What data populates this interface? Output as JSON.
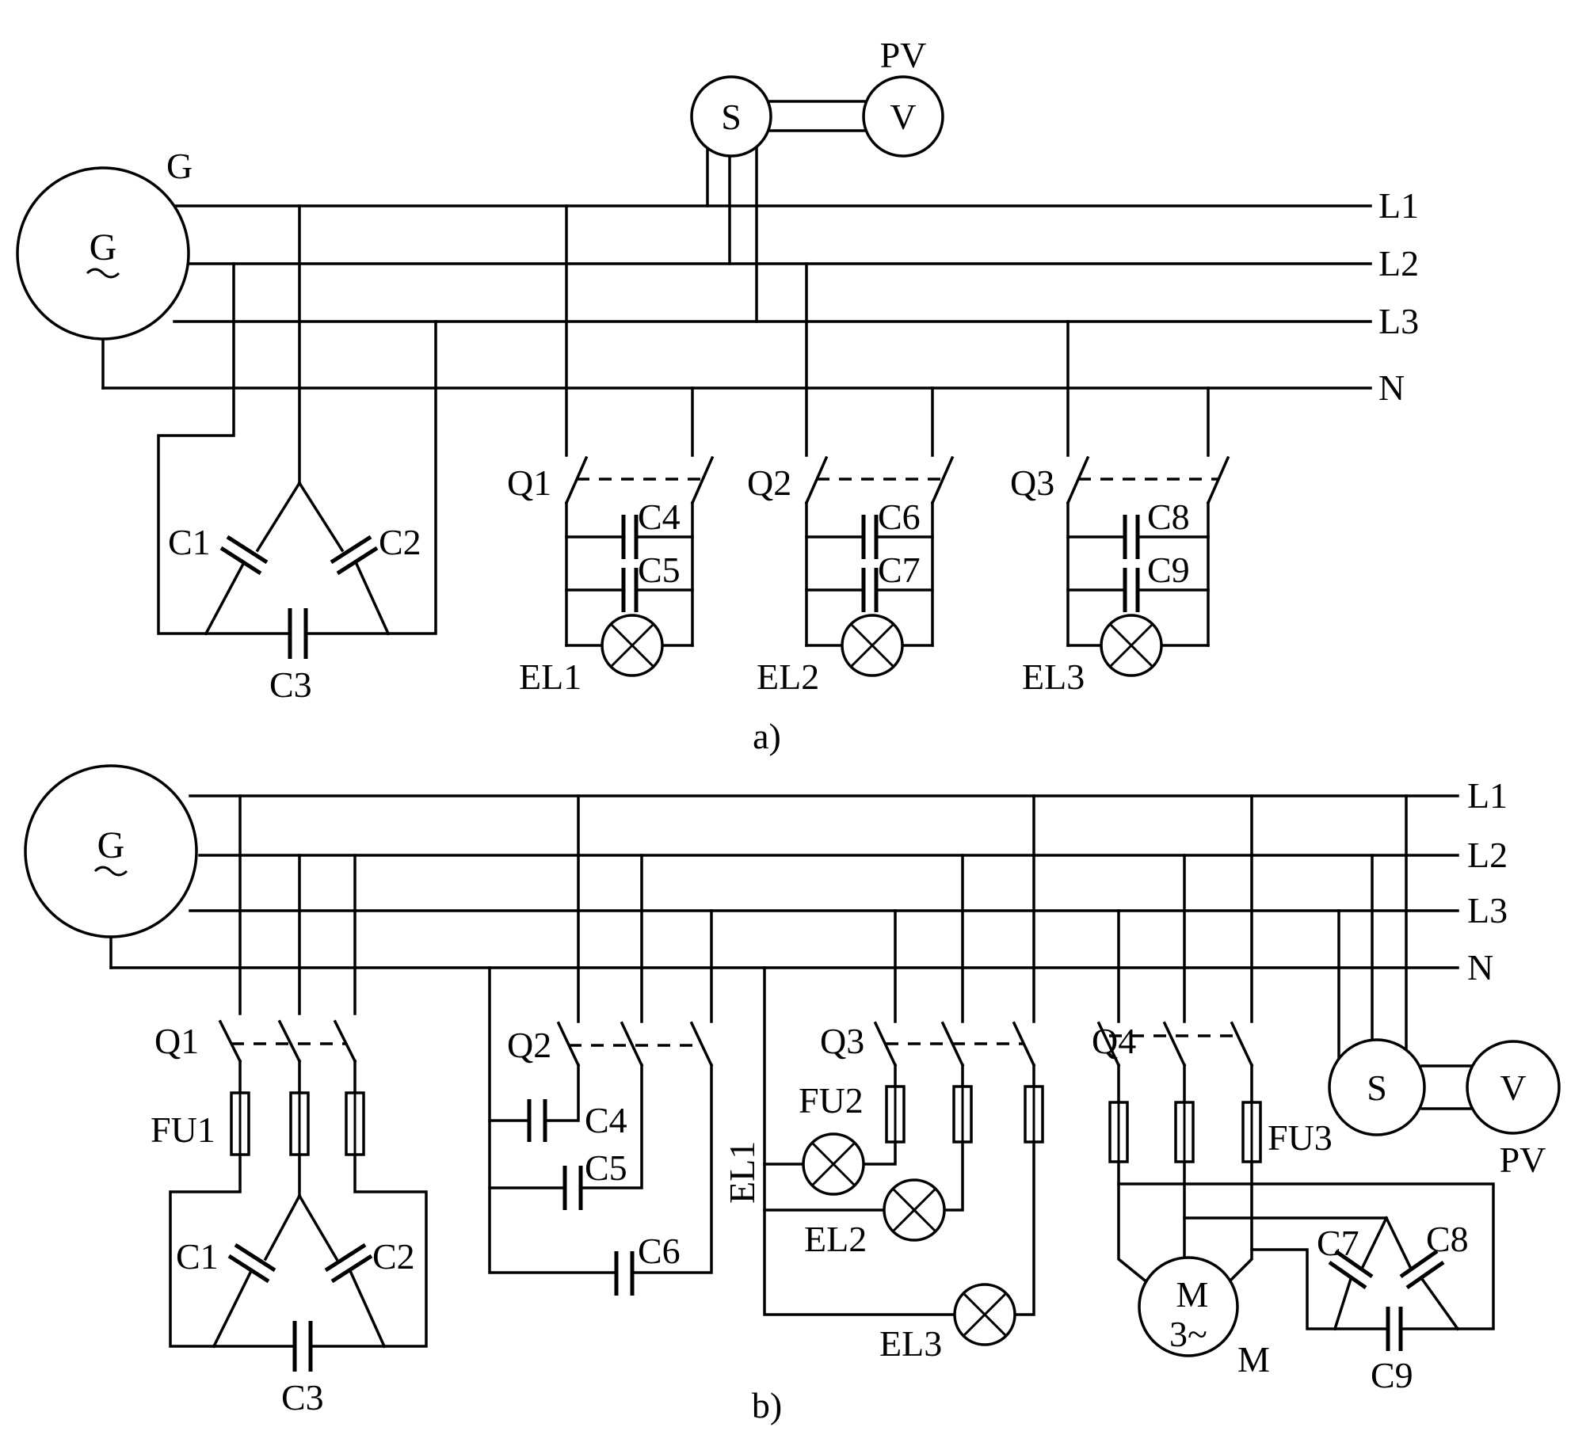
{
  "a": {
    "caption": "a)",
    "generator_label": "G",
    "generator_symbol": "G",
    "bus_labels": [
      "L1",
      "L2",
      "L3",
      "N"
    ],
    "selector_label": "S",
    "voltmeter_label": "V",
    "voltmeter_tag": "PV",
    "capacitors_delta": [
      "C1",
      "C2",
      "C3"
    ],
    "switches": [
      "Q1",
      "Q2",
      "Q3"
    ],
    "caps_branch": [
      "C4",
      "C5",
      "C6",
      "C7",
      "C8",
      "C9"
    ],
    "lamps": [
      "EL1",
      "EL2",
      "EL3"
    ]
  },
  "b": {
    "caption": "b)",
    "generator_symbol": "G",
    "bus_labels": [
      "L1",
      "L2",
      "L3",
      "N"
    ],
    "switches": [
      "Q1",
      "Q2",
      "Q3",
      "Q4"
    ],
    "fuses": [
      "FU1",
      "FU2",
      "FU3"
    ],
    "capacitors_delta": [
      "C1",
      "C2",
      "C3"
    ],
    "caps_star": [
      "C4",
      "C5",
      "C6"
    ],
    "lamps": [
      "EL1",
      "EL2",
      "EL3"
    ],
    "motor_symbol": "M",
    "motor_phase": "3~",
    "motor_label": "M",
    "caps_motor": [
      "C7",
      "C8",
      "C9"
    ],
    "selector_label": "S",
    "voltmeter_label": "V",
    "voltmeter_tag": "PV"
  }
}
